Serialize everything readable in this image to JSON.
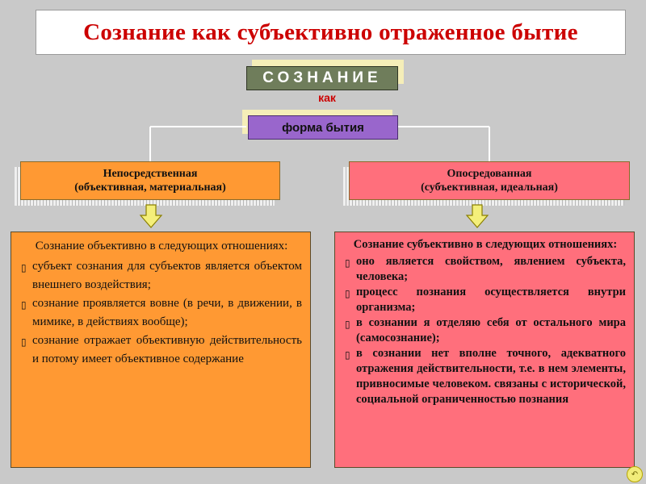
{
  "title": "Сознание как субъективно отраженное бытие",
  "main_concept": "СОЗНАНИЕ",
  "connector_word": "как",
  "form_label": "форма бытия",
  "branches": {
    "left": {
      "line1": "Непосредственная",
      "line2": "(объективная, материальная)"
    },
    "right": {
      "line1": "Опосредованная",
      "line2": "(субъективная, идеальная)"
    }
  },
  "left_panel": {
    "heading": "Сознание объективно в следующих отношениях:",
    "items": [
      "субъект сознания для субъектов является объектом внешнего воздействия;",
      "сознание проявляется вовне (в речи, в движении, в мимике, в действиях вообще);",
      "сознание отражает объективную действительность и потому имеет объективное содержание"
    ]
  },
  "right_panel": {
    "heading": "Сознание субъективно в следующих отношениях:",
    "items": [
      "оно является свойством, явлением субъекта, человека;",
      "процесс познания осуществляется внутри организма;",
      "в сознании я отделяю себя от остального мира (самосознание);",
      "в сознании нет вполне точного, адекватного отражения действительности, т.е. в нем элементы, привносимые человеком. связаны с исторической, социальной ограниченностью познания"
    ]
  },
  "nav_icon": "back-navigation-icon",
  "colors": {
    "title_red": "#cc0000",
    "main_concept_bg": "#6f7d5b",
    "form_bg": "#9966cc",
    "left_bg": "#ff9933",
    "right_bg": "#ff6f7c",
    "arrow_fill": "#f4ef7a"
  }
}
